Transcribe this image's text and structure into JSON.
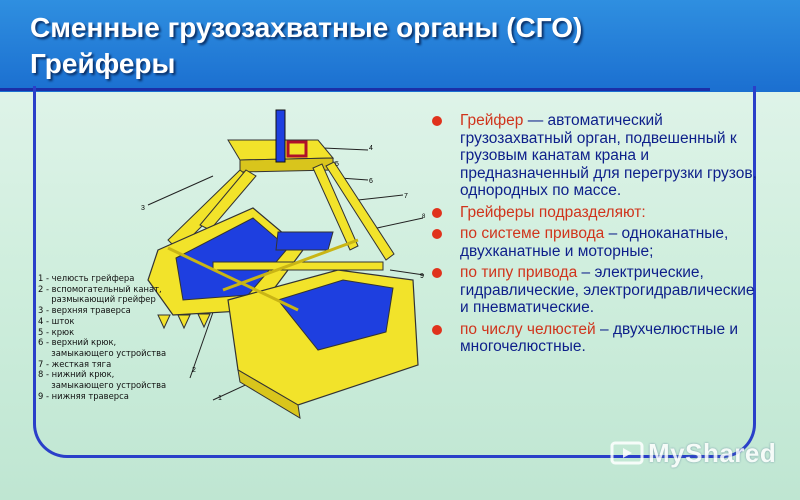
{
  "slide": {
    "title": "Сменные грузозахватные органы (СГО)\nГрейферы"
  },
  "bullets": [
    {
      "highlight": "Грейфер",
      "text": " — автоматический грузозахватный орган, подвешенный к грузовым канатам крана и предназначенный для перегрузки грузов, однородных по массе."
    },
    {
      "highlight": "Грейферы подразделяют:",
      "text": ""
    },
    {
      "highlight": "по системе привода",
      "text": " – одноканатные, двухканатные и моторные;"
    },
    {
      "highlight": "по типу привода",
      "text": " – электрические, гидравлические, электрогидравлические и пневматические."
    },
    {
      "highlight": "по числу челюстей",
      "text": " – двухчелюстные и многочелюстные."
    }
  ],
  "legend": [
    "1 - челюсть грейфера",
    "2 - вспомогательный канат,",
    "     размыкающий грейфер",
    "3 - верхняя траверса",
    "4 - шток",
    "5 - крюк",
    "6 - верхний крюк,",
    "     замыкающего устройства",
    "7 - жесткая тяга",
    "8 - нижний крюк,",
    "     замыкающего устройства",
    "9 - нижняя траверса"
  ],
  "diagram_labels": [
    "1",
    "2",
    "3",
    "4",
    "5",
    "6",
    "7",
    "8",
    "9"
  ],
  "watermark": {
    "text": "MyShared"
  },
  "colors": {
    "header": "#1b6fd0",
    "bullet": "#e0321c",
    "highlight": "#d0341c",
    "body_text": "#0d1f8a",
    "grab_yellow": "#f2e32a",
    "grab_blue": "#1e3fe0"
  }
}
